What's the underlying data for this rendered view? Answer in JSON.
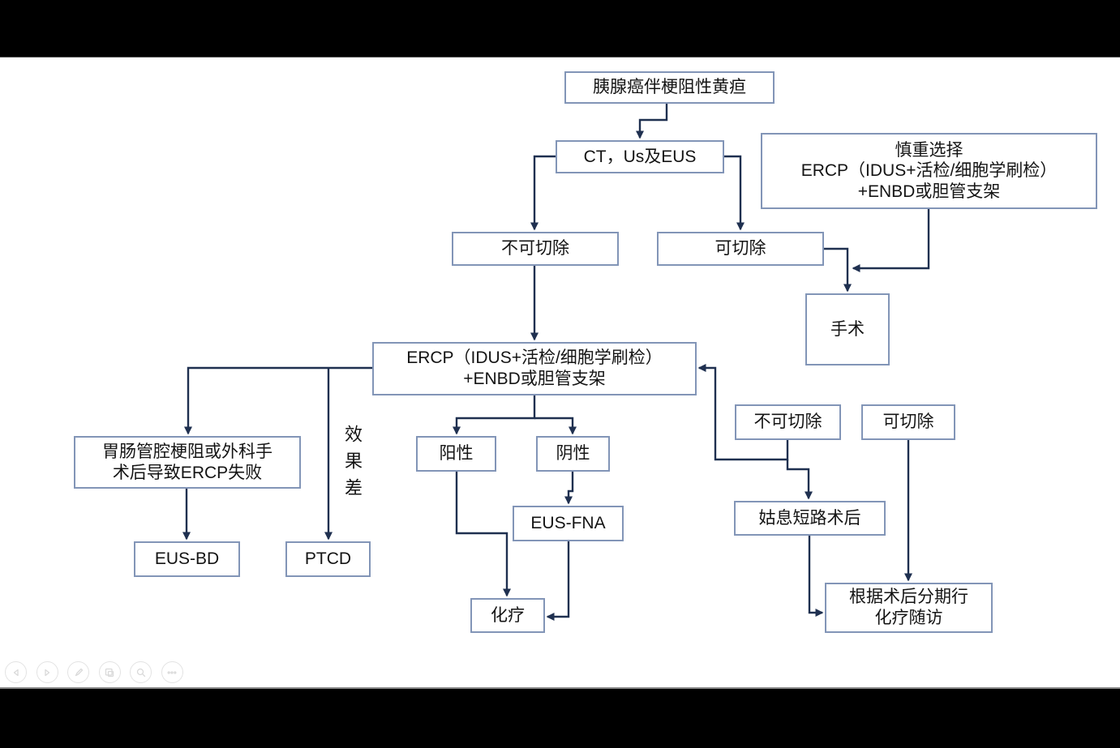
{
  "slide": {
    "title_context": "medical decision flowchart (presentation slide, slideshow mode)",
    "colors": {
      "box_border": "#8295b7",
      "connector_line": "#1f3050",
      "text": "#141414",
      "stage_background": "#ffffff",
      "letterbox": "#000000"
    },
    "nodes": {
      "title": {
        "text": "胰腺癌伴梗阻性黄疸"
      },
      "ct": {
        "text": "CT，Us及EUS"
      },
      "careful": {
        "line1": "慎重选择",
        "line2": "ERCP（IDUS+活检/细胞学刷检）",
        "line3": "+ENBD或胆管支架"
      },
      "unresectable_left": {
        "text": "不可切除"
      },
      "resectable_left": {
        "text": "可切除"
      },
      "surgery": {
        "text": "手术"
      },
      "ercp": {
        "line1": "ERCP（IDUS+活检/细胞学刷检）",
        "line2": "+ENBD或胆管支架"
      },
      "gi_obstruction": {
        "line1": "胃肠管腔梗阻或外科手",
        "line2": "术后导致ERCP失败"
      },
      "poor_effect": {
        "text": "效果差"
      },
      "positive": {
        "text": "阳性"
      },
      "negative": {
        "text": "阴性"
      },
      "unresectable_right": {
        "text": "不可切除"
      },
      "resectable_right": {
        "text": "可切除"
      },
      "eus_bd": {
        "text": "EUS-BD"
      },
      "ptcd": {
        "text": "PTCD"
      },
      "eus_fna": {
        "text": "EUS-FNA"
      },
      "palliative_bypass": {
        "text": "姑息短路术后"
      },
      "chemo": {
        "text": "化疗"
      },
      "followup": {
        "line1": "根据术后分期行",
        "line2": "化疗随访"
      }
    }
  },
  "toolbar": {
    "icons": [
      {
        "name": "previous-slide-icon"
      },
      {
        "name": "next-slide-icon"
      },
      {
        "name": "pen-icon"
      },
      {
        "name": "slides-panel-icon"
      },
      {
        "name": "magnifier-icon"
      },
      {
        "name": "more-options-icon"
      }
    ]
  }
}
